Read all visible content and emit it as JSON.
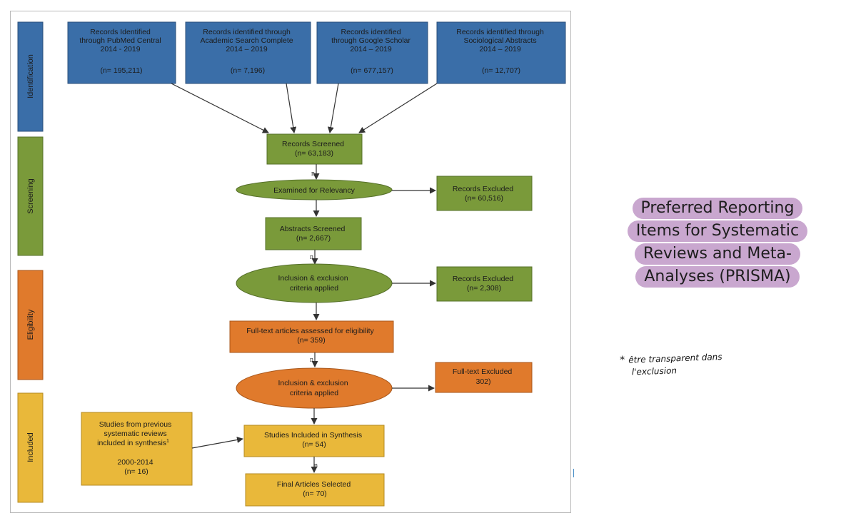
{
  "phases": {
    "identification": "Identification",
    "screening": "Screening",
    "eligibility": "Eligibility",
    "included": "Included"
  },
  "sources": [
    {
      "lines": [
        "Records Identified",
        "through PubMed Central",
        "2014 - 2019"
      ],
      "count": "(n= 195,211)"
    },
    {
      "lines": [
        "Records identified through",
        "Academic Search Complete",
        "2014 – 2019"
      ],
      "count": "(n= 7,196)"
    },
    {
      "lines": [
        "Records identified",
        "through Google Scholar",
        "2014 – 2019"
      ],
      "count": "(n= 677,157)"
    },
    {
      "lines": [
        "Records identified through",
        "Sociological Abstracts",
        "2014 – 2019"
      ],
      "count": "(n= 12,707)"
    }
  ],
  "records_screened": {
    "title": "Records Screened",
    "count": "(n= 63,183)"
  },
  "examined": {
    "title": "Examined for Relevancy"
  },
  "records_excluded_1": {
    "title": "Records Excluded",
    "count": "(n= 60,516)"
  },
  "abstracts_screened": {
    "title": "Abstracts Screened",
    "count": "(n= 2,667)"
  },
  "criteria_1": {
    "line1": "Inclusion & exclusion",
    "line2": "criteria applied"
  },
  "records_excluded_2": {
    "title": "Records Excluded",
    "count": "(n= 2,308)"
  },
  "fulltext_assessed": {
    "title": "Full-text articles assessed for eligibility",
    "count": "(n= 359)"
  },
  "criteria_2": {
    "line1": "Inclusion & exclusion",
    "line2": "criteria applied"
  },
  "fulltext_excluded": {
    "title": "Full-text Excluded",
    "count": "302)"
  },
  "previous_reviews": {
    "line1": "Studies from previous",
    "line2": "systematic reviews",
    "line3": "included in synthesis",
    "sup": "1",
    "years": "2000-2014",
    "count": "(n= 16)"
  },
  "included_synthesis": {
    "title": "Studies Included in Synthesis",
    "count": "(n= 54)"
  },
  "final_selected": {
    "title": "Final Articles Selected",
    "count": "(n= 70)"
  },
  "arrow_label": "n",
  "prisma_title": [
    "Preferred Reporting",
    "Items for Systematic",
    "Reviews and Meta-",
    "Analyses (PRISMA)"
  ],
  "note": {
    "star": "*",
    "line1": "être transparent dans",
    "line2": "l'exclusion"
  },
  "colors": {
    "blue": "#3a6ea8",
    "green": "#7a9a3a",
    "orange": "#e07a2c",
    "yellow": "#e9b83a",
    "pill": "#c9a7cf"
  }
}
